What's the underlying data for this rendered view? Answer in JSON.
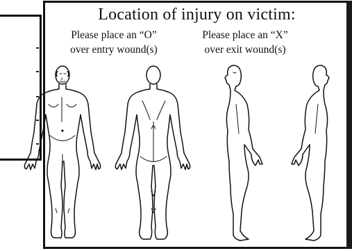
{
  "title": "Location of injury on victim:",
  "instructions": {
    "entry": {
      "line1": "Please place an “O”",
      "line2": "over entry wound(s)"
    },
    "exit": {
      "line1": "Please place an “X”",
      "line2": "over exit wound(s)"
    }
  },
  "figures": [
    {
      "view": "front"
    },
    {
      "view": "back"
    },
    {
      "view": "right-side"
    },
    {
      "view": "left-side"
    }
  ]
}
